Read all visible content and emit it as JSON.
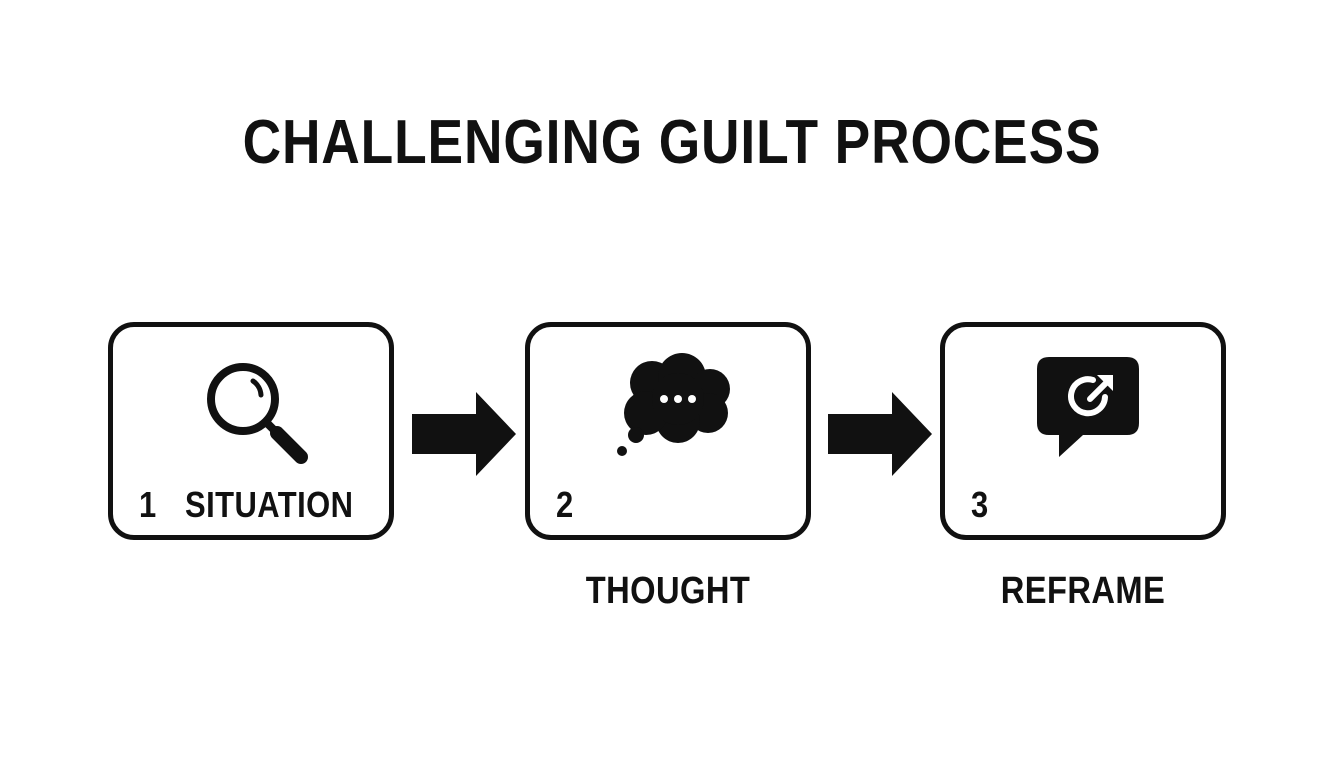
{
  "title": "CHALLENGING GUILT PROCESS",
  "steps": [
    {
      "number": "1",
      "label": "SITUATION",
      "icon": "magnifying-glass-icon"
    },
    {
      "number": "2",
      "label": "THOUGHT",
      "icon": "thought-bubble-icon"
    },
    {
      "number": "3",
      "label": "REFRAME",
      "icon": "reframe-chat-icon"
    }
  ],
  "colors": {
    "ink": "#111111",
    "background": "#ffffff"
  }
}
